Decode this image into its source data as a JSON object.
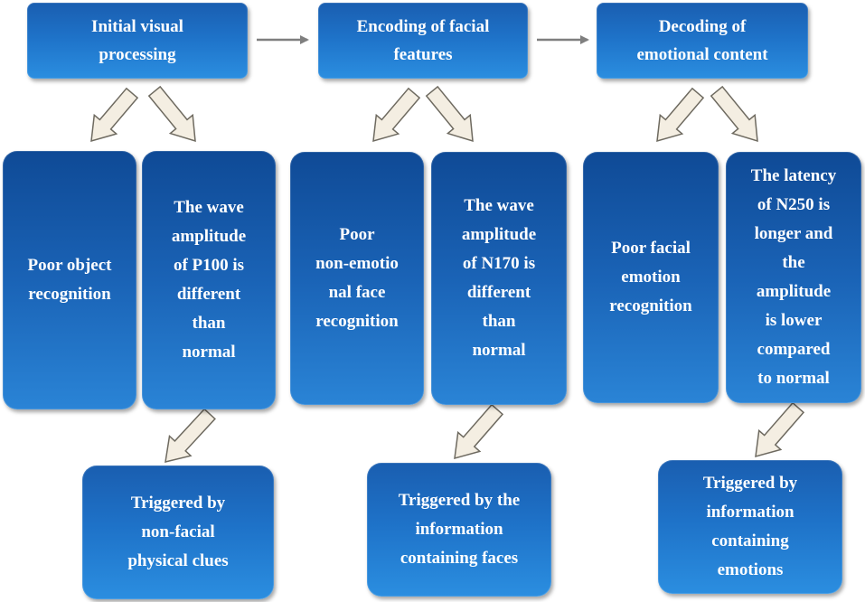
{
  "headers": [
    {
      "lines": [
        "Initial visual",
        "processing"
      ]
    },
    {
      "lines": [
        "Encoding of facial",
        "features"
      ]
    },
    {
      "lines": [
        "Decoding of",
        "emotional content"
      ]
    }
  ],
  "middle": [
    {
      "lines": [
        "Poor object",
        "recognition"
      ]
    },
    {
      "lines": [
        "The wave",
        "amplitude",
        "of P100 is",
        "different",
        "than",
        "normal"
      ]
    },
    {
      "lines": [
        "Poor",
        "non-emotio",
        "nal face",
        "recognition"
      ]
    },
    {
      "lines": [
        "The wave",
        "amplitude",
        "of N170 is",
        "different",
        "than",
        "normal"
      ]
    },
    {
      "lines": [
        "Poor facial",
        "emotion",
        "recognition"
      ]
    },
    {
      "lines": [
        "The latency",
        "of N250 is",
        "longer and",
        "the",
        "amplitude",
        "is lower",
        "compared",
        "to normal"
      ]
    }
  ],
  "bottom": [
    {
      "lines": [
        "Triggered by",
        "non-facial",
        "physical clues"
      ]
    },
    {
      "lines": [
        "Triggered by the",
        "information",
        "containing faces"
      ]
    },
    {
      "lines": [
        "Triggered by",
        "information",
        "containing",
        "emotions"
      ]
    }
  ],
  "colors": {
    "box_fill": "#1e72c8",
    "arrow_fill": "#f4eee2",
    "arrow_stroke": "#6e6a60",
    "connector": "#7f7f7f"
  }
}
